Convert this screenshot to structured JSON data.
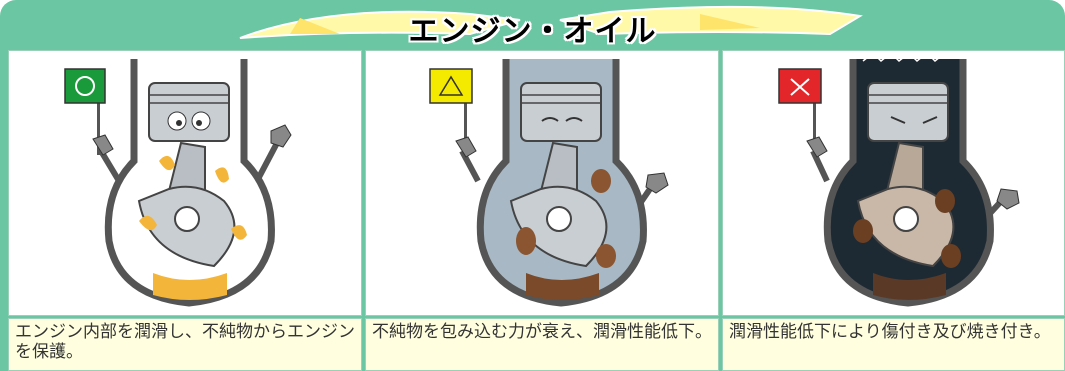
{
  "header": {
    "title": "エンジン・オイル"
  },
  "colors": {
    "frame": "#6bc7a3",
    "caption_bg": "#ffffe0",
    "good_flag": "#1a9a3a",
    "warn_flag": "#f4ea00",
    "bad_flag": "#e3262a",
    "clean_oil": "#f3b53a",
    "dirty_oil": "#a8b9c5",
    "burnt_oil": "#1e2a33"
  },
  "panels": [
    {
      "flag_symbol": "○",
      "flag_icon": "circle-icon",
      "state": "good",
      "caption": "エンジン内部を潤滑し、不純物からエンジンを保護。"
    },
    {
      "flag_symbol": "△",
      "flag_icon": "triangle-icon",
      "state": "warning",
      "caption": "不純物を包み込む力が衰え、潤滑性能低下。"
    },
    {
      "flag_symbol": "×",
      "flag_icon": "cross-icon",
      "state": "bad",
      "caption": "潤滑性能低下により傷付き及び焼き付き。"
    }
  ]
}
